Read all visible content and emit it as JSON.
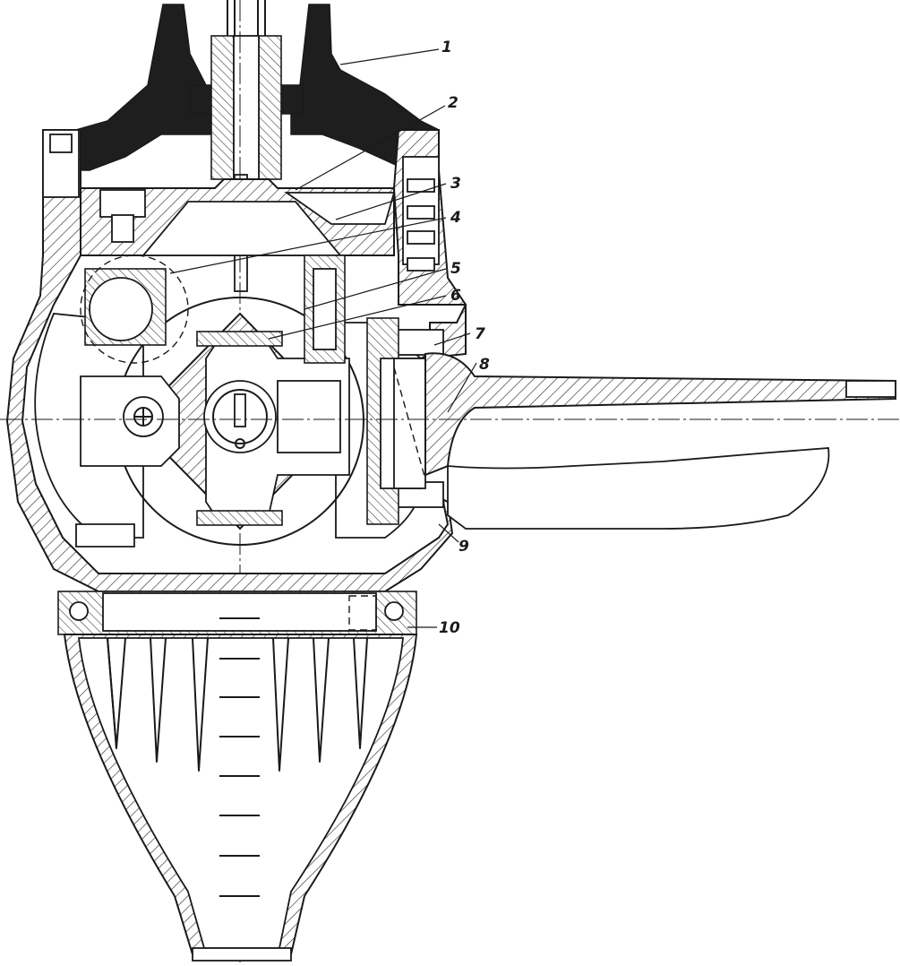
{
  "figure": {
    "callouts": [
      {
        "id": "c1",
        "text": "1"
      },
      {
        "id": "c2",
        "text": "2"
      },
      {
        "id": "c3",
        "text": "3"
      },
      {
        "id": "c4",
        "text": "4"
      },
      {
        "id": "c5",
        "text": "5"
      },
      {
        "id": "c6",
        "text": "6"
      },
      {
        "id": "c7",
        "text": "7"
      },
      {
        "id": "c8",
        "text": "8"
      },
      {
        "id": "c9",
        "text": "9"
      },
      {
        "id": "c10",
        "text": "10"
      }
    ]
  }
}
